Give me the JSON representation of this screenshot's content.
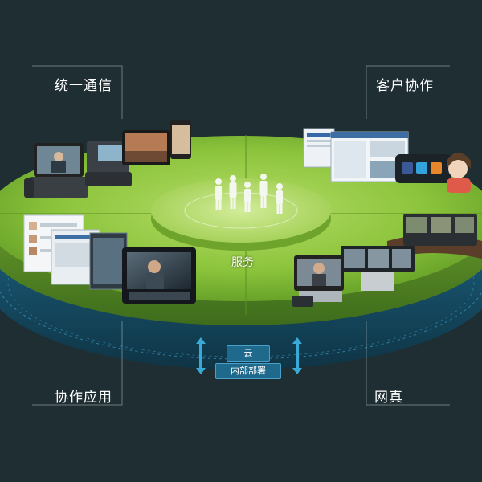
{
  "quadrants": {
    "top_left": "统一通信",
    "top_right": "客户协作",
    "bottom_left": "协作应用",
    "bottom_right": "网真"
  },
  "center": {
    "label": "服务"
  },
  "base": {
    "cloud_label": "云",
    "on_premise_label": "内部部署"
  },
  "colors": {
    "background": "#1e2e33",
    "platform": "#8cc43c",
    "ring": "#1b5d7a"
  }
}
